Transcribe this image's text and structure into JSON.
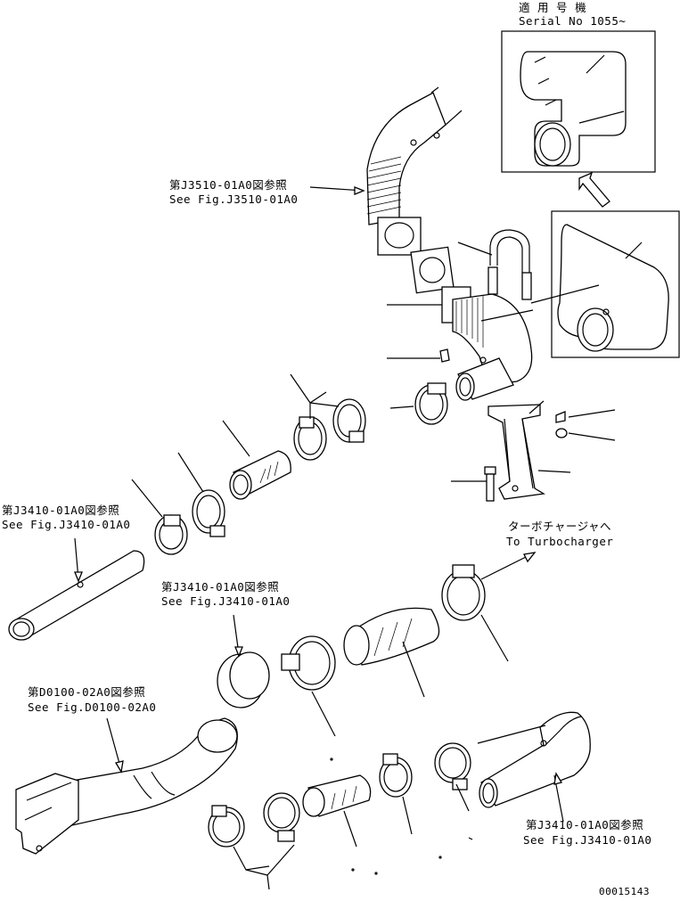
{
  "references": {
    "j3510": {
      "jp": "第J3510-01A0図参照",
      "en": "See Fig.J3510-01A0"
    },
    "j3410_left": {
      "jp": "第J3410-01A0図参照",
      "en": "See Fig.J3410-01A0"
    },
    "j3410_mid": {
      "jp": "第J3410-01A0図参照",
      "en": "See Fig.J3410-01A0"
    },
    "d0100": {
      "jp": "第D0100-02A0図参照",
      "en": "See Fig.D0100-02A0"
    },
    "j3410_right": {
      "jp": "第J3410-01A0図参照",
      "en": "See Fig.J3410-01A0"
    }
  },
  "applicability": {
    "jp": "適 用 号 機",
    "serial": "Serial No 1055~"
  },
  "turbocharger": {
    "jp": "ターボチャージャへ",
    "en": "To Turbocharger"
  },
  "drawing_number": "00015143"
}
